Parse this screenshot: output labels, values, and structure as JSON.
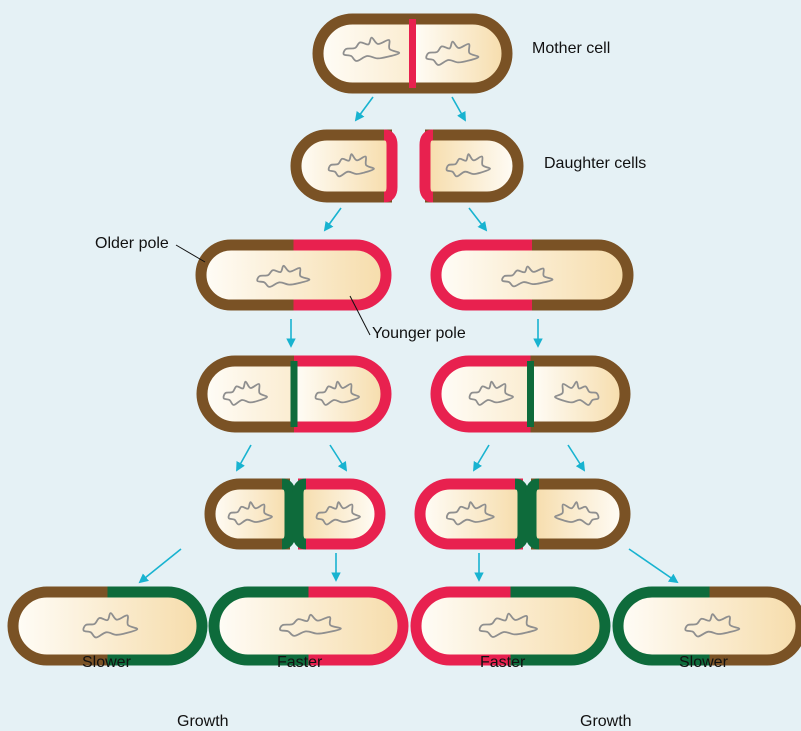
{
  "labels": {
    "mother_cell": "Mother cell",
    "daughter_cells": "Daughter cells",
    "older_pole": "Older pole",
    "younger_pole": "Younger pole",
    "slower_left": "Slower",
    "faster_mid_left": "Faster",
    "faster_mid_right": "Faster",
    "slower_right": "Slower",
    "growth_left": "Growth",
    "growth_right": "Growth"
  },
  "colors": {
    "background": "#e5f1f5",
    "old_pole": "#7a5225",
    "new_pole_red": "#e8214f",
    "newest_pole_green": "#0e6b3b",
    "cytoplasm_light": "#fffdf8",
    "cytoplasm_dark": "#f6dcaa",
    "arrow": "#18b3d0",
    "nucleoid": "#8f8f8f"
  }
}
